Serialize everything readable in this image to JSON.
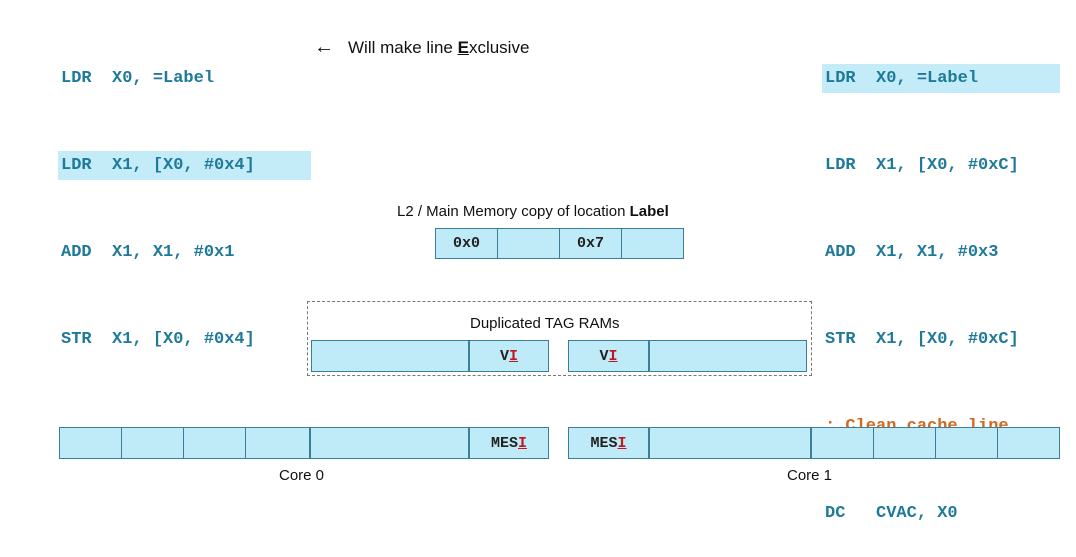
{
  "code_left": {
    "lines": [
      "LDR  X0, =Label",
      "LDR  X1, [X0, #0x4]",
      "ADD  X1, X1, #0x1",
      "STR  X1, [X0, #0x4]"
    ],
    "highlighted_line": 1
  },
  "note": {
    "arrow": "←",
    "text_before": "Will make line ",
    "emphasis": "E",
    "text_after": "xclusive"
  },
  "code_right": {
    "lines": [
      "LDR  X0, =Label",
      "LDR  X1, [X0, #0xC]",
      "ADD  X1, X1, #0x3",
      "STR  X1, [X0, #0xC]",
      "; Clean cache line",
      "DC   CVAC, X0"
    ],
    "highlighted_line": 0,
    "comment_line": 4
  },
  "memory": {
    "caption_prefix": "L2 / Main Memory copy of location ",
    "caption_label": "Label",
    "cells": [
      "0x0",
      "",
      "0x7",
      ""
    ]
  },
  "dup_tags": {
    "caption": "Duplicated TAG RAMs",
    "left_state_prefix": "V",
    "left_state_active": "I",
    "right_state_prefix": "V",
    "right_state_active": "I"
  },
  "cores": {
    "core0_label": "Core 0",
    "core1_label": "Core 1",
    "core0_state_prefix": "MES",
    "core0_state_active": "I",
    "core1_state_prefix": "MES",
    "core1_state_active": "I"
  },
  "colors": {
    "code": "#1f7a9a",
    "highlight": "#c4ecf8",
    "comment": "#d2691e",
    "cell_fill": "#bfeaf7",
    "active_state": "#c0171c"
  }
}
